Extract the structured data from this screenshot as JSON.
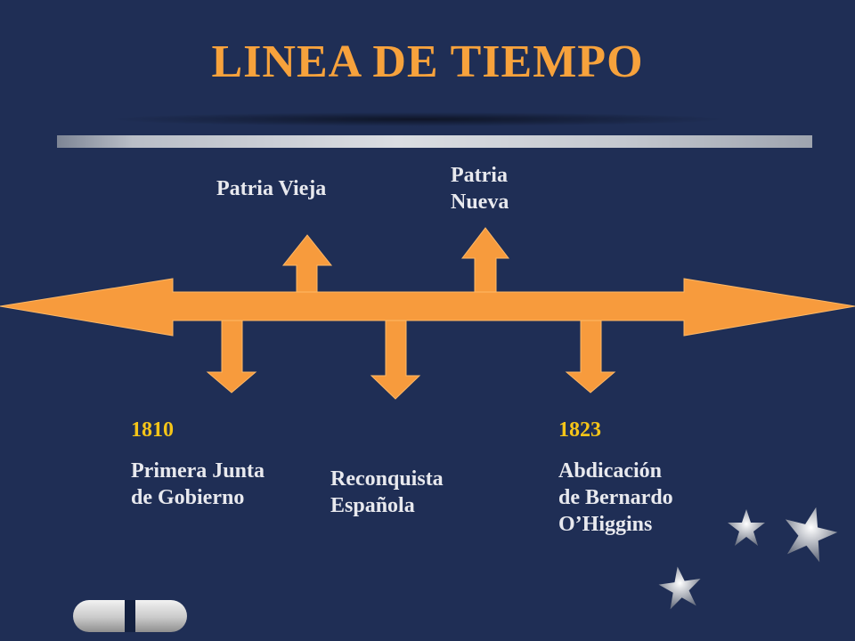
{
  "slide": {
    "title": "LINEA DE TIEMPO"
  },
  "periods": [
    {
      "label": "Patria Vieja"
    },
    {
      "label_line1": "Patria",
      "label_line2": "Nueva"
    }
  ],
  "events": [
    {
      "year": "1810",
      "line1": "Primera Junta",
      "line2": "de Gobierno"
    },
    {
      "line1": "Reconquista",
      "line2": "Española"
    },
    {
      "year": "1823",
      "line1": "Abdicación",
      "line2": "de Bernardo",
      "line3": "O’Higgins"
    }
  ],
  "navigation": {
    "prev_icon": "left-arrow-icon",
    "next_icon": "right-arrow-icon"
  },
  "colors": {
    "background": "#1f2e55",
    "accent": "#f7a23c",
    "year": "#f5c518",
    "text": "#e8e9ee"
  }
}
